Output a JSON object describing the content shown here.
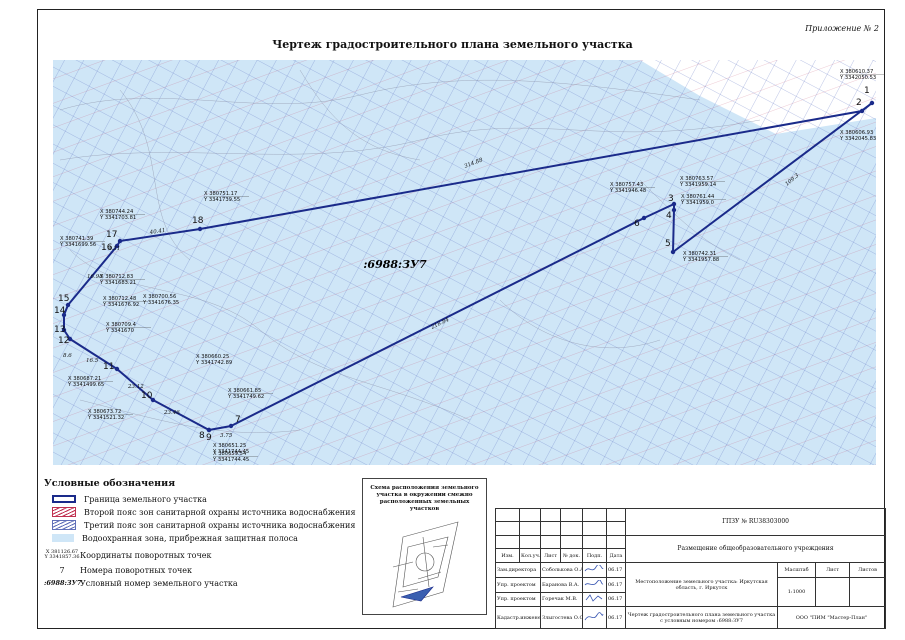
{
  "page": {
    "appendix": "Приложение № 2",
    "title": "Чертеж градостроительного плана земельного участка"
  },
  "colors": {
    "boundary": "#1a2a8a",
    "water": "#cfe6f7",
    "zone2_hatch": "#c03050",
    "zone3_hatch": "#6070b8"
  },
  "map": {
    "parcel_label": ":6988:ЗУ7",
    "lengths": [
      {
        "text": "314.88",
        "between": [
          18,
          2
        ]
      },
      {
        "text": "109.3",
        "between": [
          1,
          5
        ]
      },
      {
        "text": "40.41",
        "between": [
          17,
          18
        ]
      },
      {
        "text": "218.84",
        "between": [
          6,
          7
        ]
      },
      {
        "text": "4.31",
        "between": [
          16,
          17
        ]
      },
      {
        "text": "16.98",
        "between": [
          15,
          16
        ]
      },
      {
        "text": "8.6",
        "between": [
          12,
          13
        ]
      },
      {
        "text": "16.5",
        "between": [
          11,
          12
        ]
      },
      {
        "text": "23.12",
        "between": [
          10,
          11
        ]
      },
      {
        "text": "23.46",
        "between": [
          9,
          10
        ]
      },
      {
        "text": "3.75",
        "between": [
          8,
          7
        ]
      }
    ],
    "points": [
      {
        "num": "1",
        "x": "X 380610.37",
        "y": "Y 3342050.53"
      },
      {
        "num": "2",
        "x": "",
        "y": ""
      },
      {
        "num": "3",
        "x": "X 380763.57",
        "y": "Y 3341959.14"
      },
      {
        "num": "4",
        "x": "X 380761.44",
        "y": "Y 3341959.0"
      },
      {
        "num": "5",
        "x": "X 380742.31",
        "y": "Y 3341957.88"
      },
      {
        "num": "6",
        "x": "X 380757.43",
        "y": "Y 3341946.48"
      },
      {
        "num": "7",
        "x": "X 380661.85",
        "y": "Y 3341749.62"
      },
      {
        "num": "8",
        "x": "X 380659.54",
        "y": "Y 3341744.45"
      },
      {
        "num": "9",
        "x": "",
        "y": ""
      },
      {
        "num": "10",
        "x": "X 380673.72",
        "y": "Y 3341521.32"
      },
      {
        "num": "11",
        "x": "X 380687.21",
        "y": "Y 3341499.65"
      },
      {
        "num": "12",
        "x": "",
        "y": ""
      },
      {
        "num": "13",
        "x": "X 380709.4",
        "y": "Y 3341670"
      },
      {
        "num": "14",
        "x": "X 380712.48",
        "y": "Y 3341676.92"
      },
      {
        "num": "15",
        "x": "X 380712.83",
        "y": "Y 3341683.21"
      },
      {
        "num": "16",
        "x": "X 380741.39",
        "y": "Y 3341699.56"
      },
      {
        "num": "17",
        "x": "X 380744.24",
        "y": "Y 3341703.81"
      },
      {
        "num": "18",
        "x": "X 380751.17",
        "y": "Y 3341739.55"
      }
    ],
    "extra_labels": [
      {
        "x": "X 380606.93",
        "y": "Y 3342045.83",
        "near": 1
      },
      {
        "x": "X 380700.56",
        "y": "Y 3341676.35",
        "near": 14
      },
      {
        "x": "X 380660.25",
        "y": "Y 3341742.89",
        "near": 7
      },
      {
        "x": "X 380651.25",
        "y": "Y 3341744.45",
        "near": 9
      }
    ]
  },
  "legend": {
    "title": "Условные обозначения",
    "items": [
      {
        "text": "Граница земельного участка"
      },
      {
        "text": "Второй пояс зон санитарной охраны источника водоснабжения"
      },
      {
        "text": "Третий пояс зон санитарной охраны источника водоснабжения"
      },
      {
        "text": "Водоохранная зона, прибрежная защитная полоса"
      }
    ],
    "coord_sample_x": "X 381126.67",
    "coord_sample_y": "Y 3341857.36",
    "coord_text": "Координаты поворотных точек",
    "num_sample": "7",
    "num_text": "Номера поворотных точек",
    "cad_sample": ":6988:ЗУ7",
    "cad_text": "Условный номер земельного участка"
  },
  "scheme": {
    "title": "Схема расположения земельного участка в окружении смежно расположенных земельных участков"
  },
  "stamp": {
    "gpzu": "ГПЗУ № RU38303000",
    "placement": "Размещение общеобразовательного учреждения",
    "location": "Местоположение земельного участка: Иркутская область, г. Иркутск",
    "scale_label": "Масштаб",
    "scale": "1:1000",
    "sheet_label": "Лист",
    "sheets_label": "Листов",
    "drawing": "Чертеж градостроительного плана земельного участка с условным номером :6988:ЗУ7",
    "org": "ООО \"ПИМ \"Мастер-План\"",
    "headers": [
      "Изм.",
      "Кол.уч.",
      "Лист",
      "№ док.",
      "Подп.",
      "Дата"
    ],
    "rows": [
      {
        "role": "Зам.директора",
        "name": "Соболькова О.А.",
        "date": "06.17"
      },
      {
        "role": "Упр. проектом",
        "name": "Баранова В.А.",
        "date": "06.17"
      },
      {
        "role": "Упр. проектом",
        "name": "Горечак М.В.",
        "date": "06.17"
      },
      {
        "role": "Кадастр.инженер",
        "name": "Злыгостева О.С.",
        "date": "06.17"
      }
    ]
  }
}
